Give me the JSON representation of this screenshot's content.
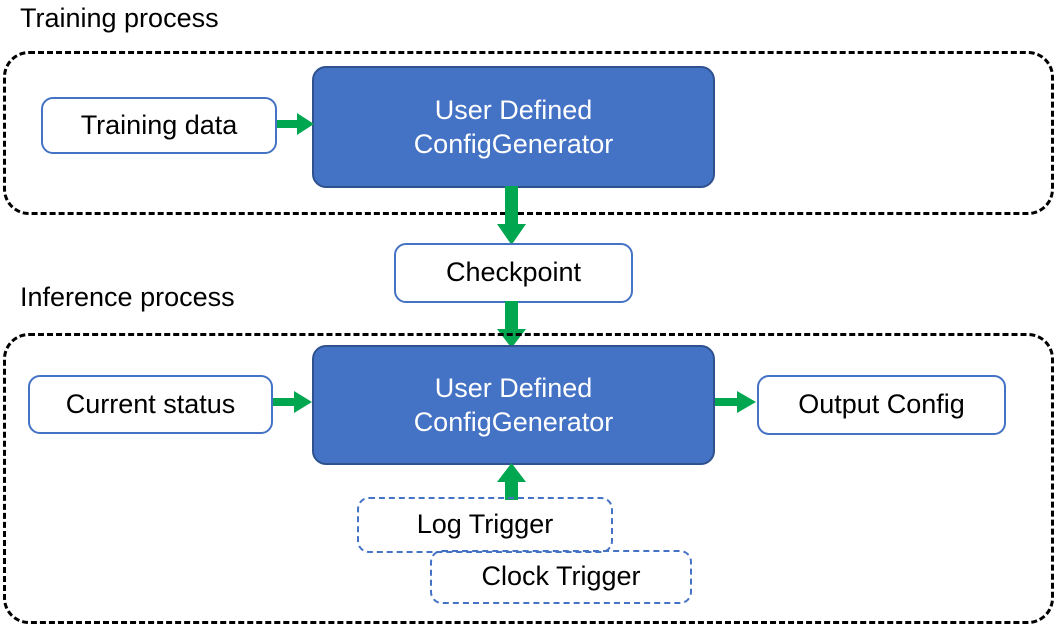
{
  "diagram": {
    "title_training": "Training process",
    "title_inference": "Inference process",
    "colors": {
      "process_fill": "#4472C4",
      "process_stroke": "#2F528F",
      "box_stroke": "#4472C4",
      "arrow": "#00A650",
      "container_stroke": "#000000",
      "text_dark": "#000000",
      "text_light": "#FFFFFF"
    }
  },
  "training": {
    "container_label": "Training process",
    "input_box": "Training data",
    "generator_line1": "User Defined",
    "generator_line2": "ConfigGenerator"
  },
  "checkpoint": {
    "label": "Checkpoint"
  },
  "inference": {
    "container_label": "Inference process",
    "input_box": "Current status",
    "generator_line1": "User Defined",
    "generator_line2": "ConfigGenerator",
    "output_box": "Output Config",
    "triggers": [
      {
        "label": "Log Trigger"
      },
      {
        "label": "Clock Trigger"
      }
    ]
  },
  "arrows": [
    {
      "name": "training-data-to-generator",
      "direction": "right"
    },
    {
      "name": "generator-to-checkpoint",
      "direction": "down"
    },
    {
      "name": "checkpoint-to-generator",
      "direction": "down"
    },
    {
      "name": "current-status-to-generator",
      "direction": "right"
    },
    {
      "name": "generator-to-output-config",
      "direction": "right"
    },
    {
      "name": "triggers-to-generator",
      "direction": "up"
    }
  ]
}
